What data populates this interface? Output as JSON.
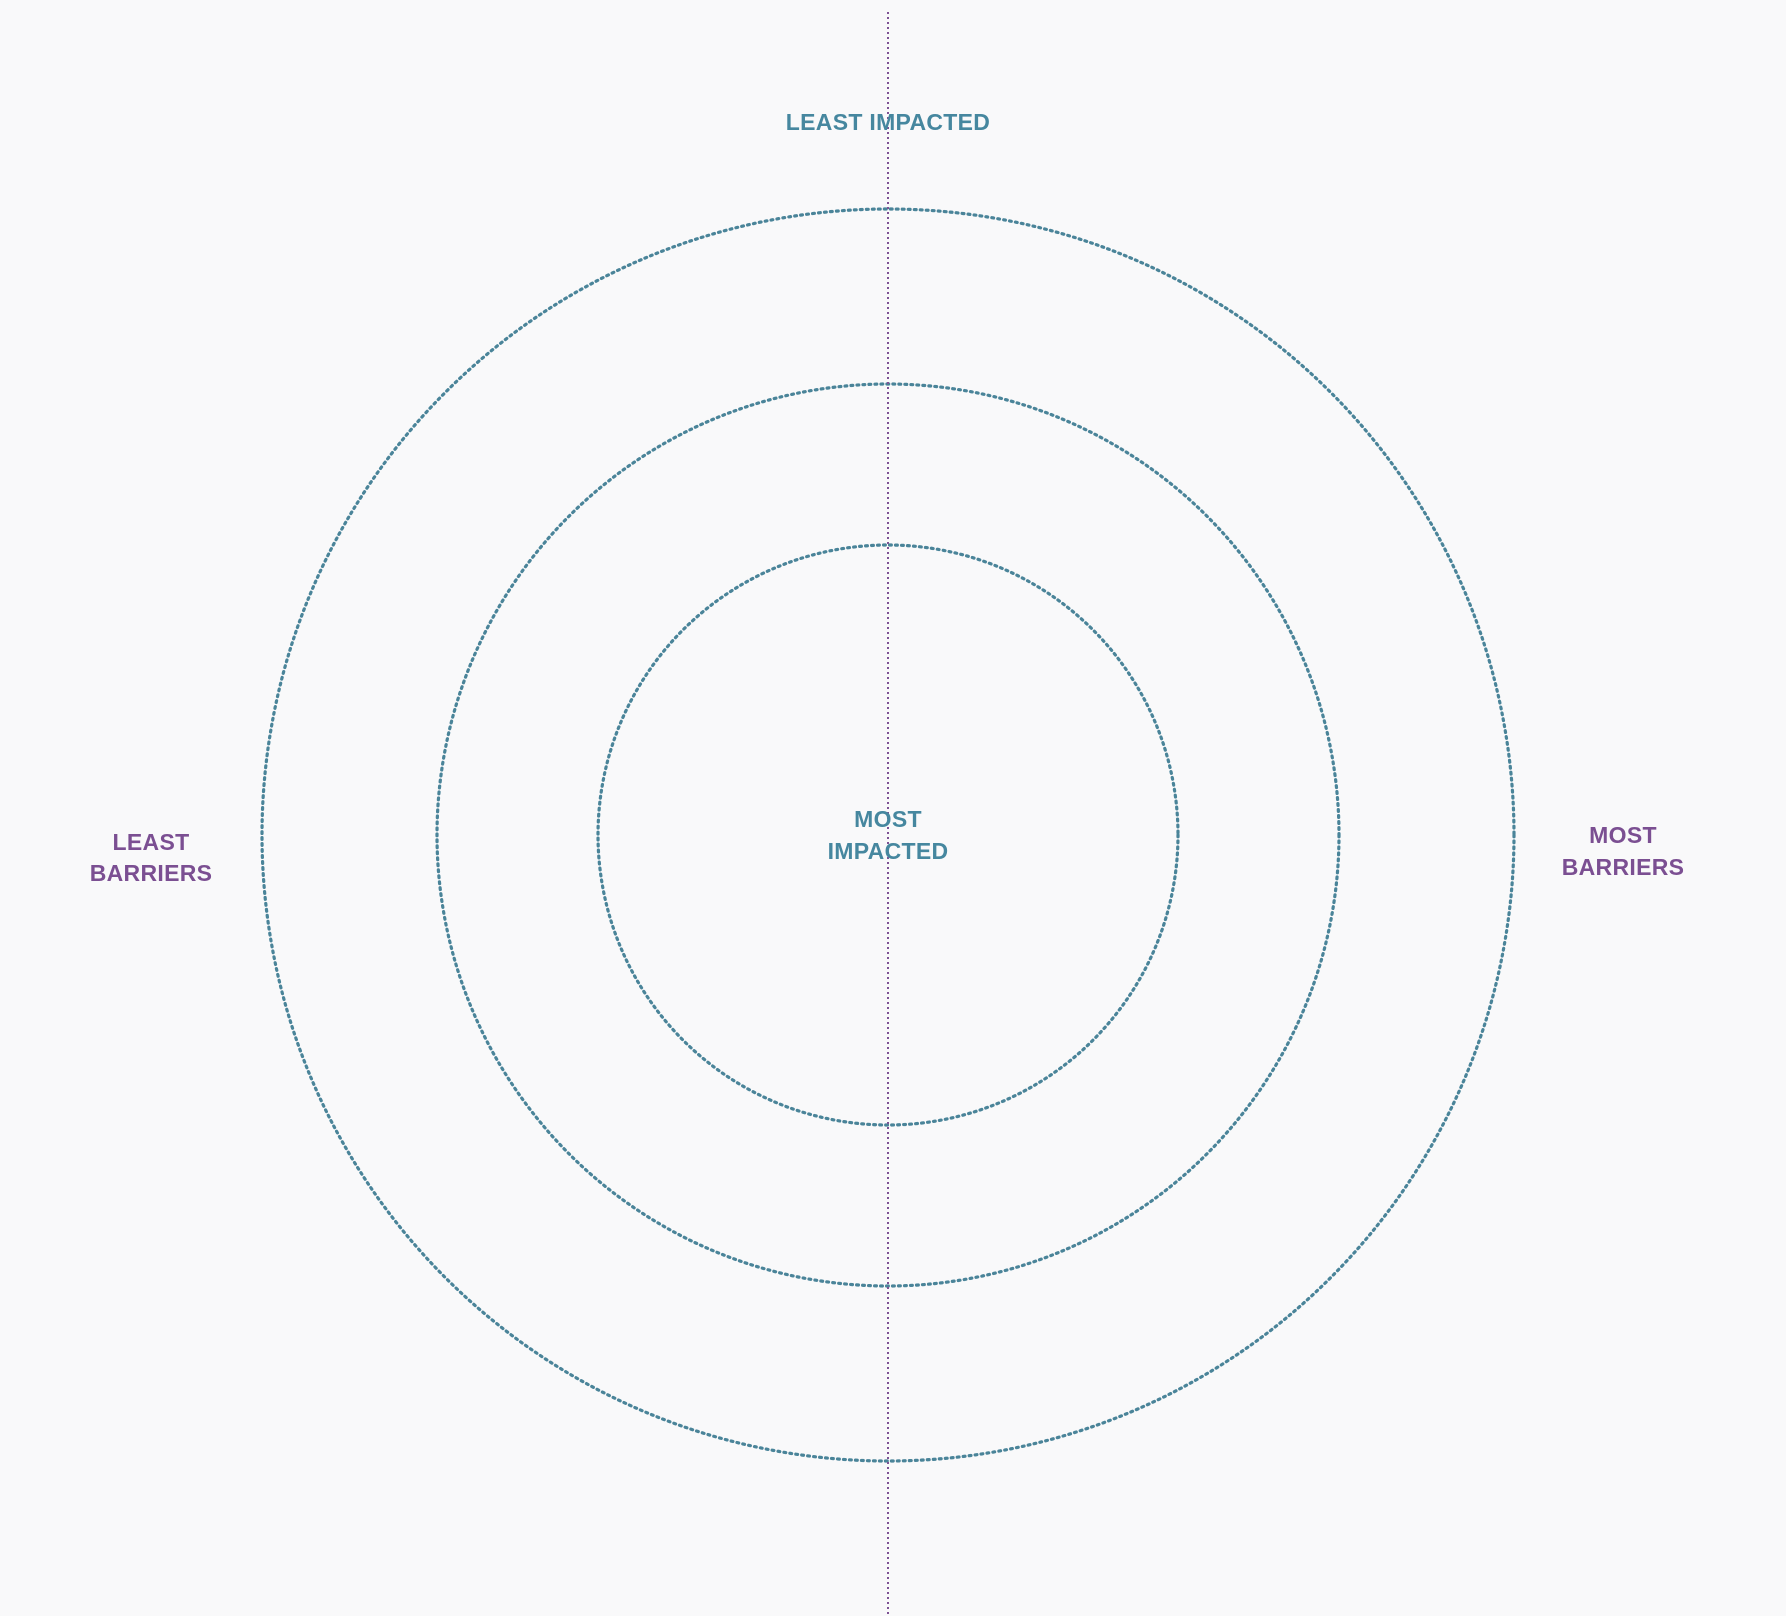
{
  "colors": {
    "background": "#f9f9fa",
    "ring": "#4a8499",
    "axis": "#7d5194",
    "impact_label": "#46879f",
    "barrier_label": "#7b4f92"
  },
  "labels": {
    "top": "LEAST IMPACTED",
    "center_line1": "MOST",
    "center_line2": "IMPACTED",
    "left_line1": "LEAST",
    "left_line2": "BARRIERS",
    "right_line1": "MOST",
    "right_line2": "BARRIERS"
  },
  "rings": [
    {
      "name": "inner"
    },
    {
      "name": "middle"
    },
    {
      "name": "outer"
    }
  ]
}
